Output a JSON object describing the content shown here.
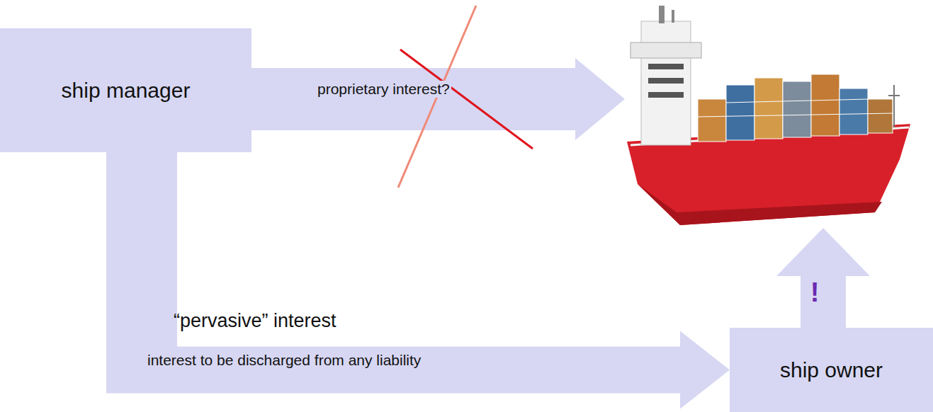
{
  "diagram": {
    "nodes": [
      {
        "text": [
          "ship manager"
        ]
      },
      {
        "text": [
          "ship owner"
        ]
      }
    ],
    "edges": [
      {
        "from": 0,
        "to": 1,
        "arrow": "to",
        "label": "interest to be discharged from any liability"
      }
    ],
    "labels": [
      "proprietary interest?",
      "“pervasive” interest",
      "!"
    ]
  }
}
